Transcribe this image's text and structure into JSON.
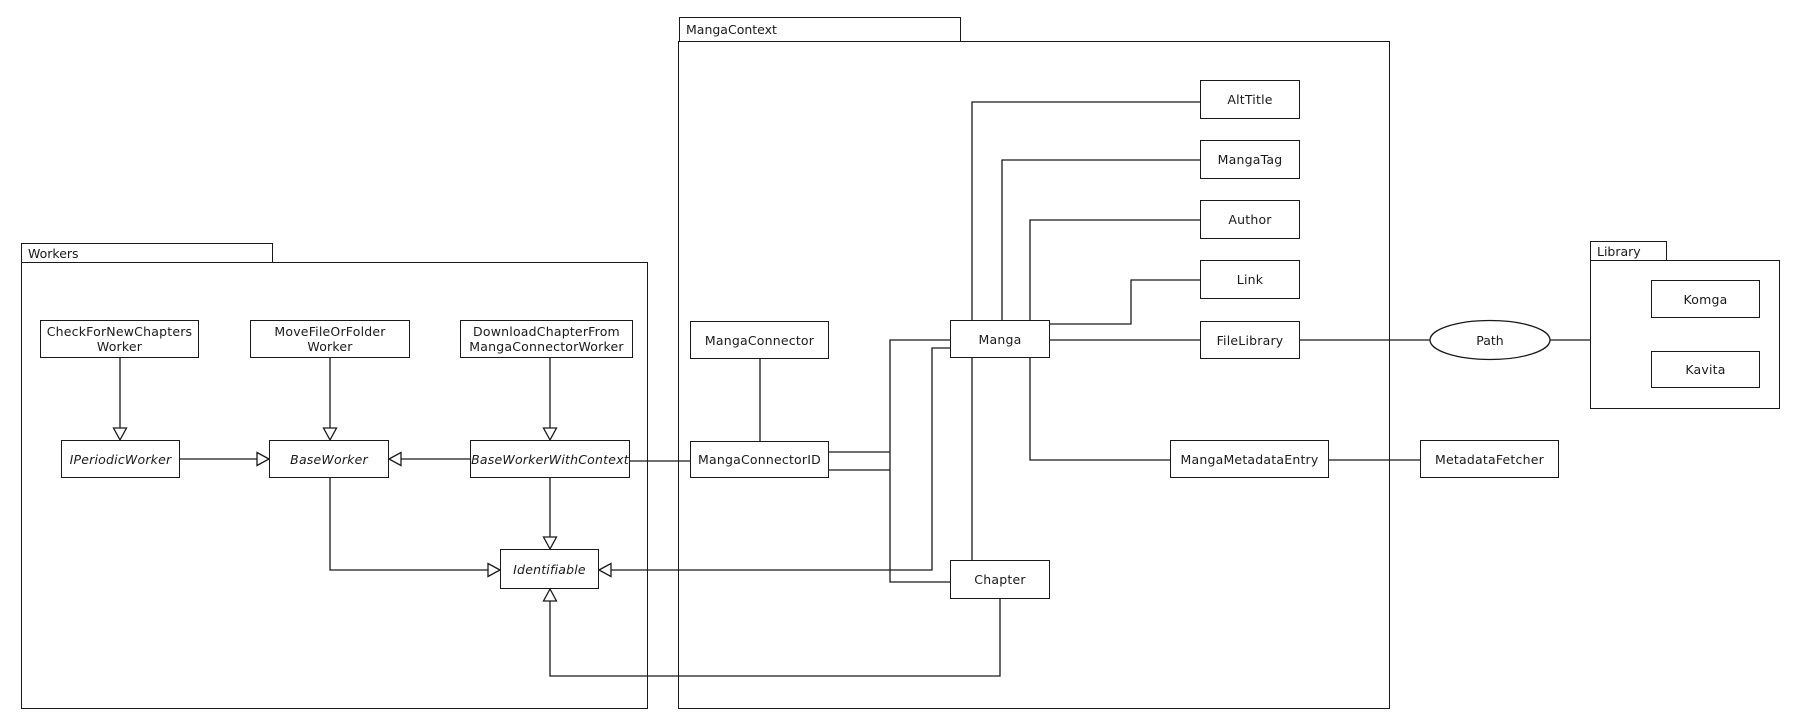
{
  "packages": {
    "workers": {
      "label": "Workers"
    },
    "manga_context": {
      "label": "MangaContext"
    },
    "library": {
      "label": "Library"
    }
  },
  "nodes": {
    "check_for_new_chapters_worker": {
      "line1": "CheckForNewChapters",
      "line2": "Worker"
    },
    "move_file_or_folder_worker": {
      "line1": "MoveFileOrFolder",
      "line2": "Worker"
    },
    "download_chapter_worker": {
      "line1": "DownloadChapterFrom",
      "line2": "MangaConnectorWorker"
    },
    "i_periodic_worker": {
      "label": "IPeriodicWorker"
    },
    "base_worker": {
      "label": "BaseWorker"
    },
    "base_worker_with_context": {
      "label": "BaseWorkerWithContext"
    },
    "identifiable": {
      "label": "Identifiable"
    },
    "manga_connector": {
      "label": "MangaConnector"
    },
    "manga_connector_id": {
      "label": "MangaConnectorID"
    },
    "manga": {
      "label": "Manga"
    },
    "chapter": {
      "label": "Chapter"
    },
    "alt_title": {
      "label": "AltTitle"
    },
    "manga_tag": {
      "label": "MangaTag"
    },
    "author": {
      "label": "Author"
    },
    "link": {
      "label": "Link"
    },
    "file_library": {
      "label": "FileLibrary"
    },
    "manga_metadata_entry": {
      "label": "MangaMetadataEntry"
    },
    "metadata_fetcher": {
      "label": "MetadataFetcher"
    },
    "komga": {
      "label": "Komga"
    },
    "kavita": {
      "label": "Kavita"
    },
    "path": {
      "label": "Path"
    }
  },
  "edges": [
    {
      "from": "CheckForNewChaptersWorker",
      "to": "IPeriodicWorker",
      "type": "generalization"
    },
    {
      "from": "MoveFileOrFolderWorker",
      "to": "BaseWorker",
      "type": "generalization"
    },
    {
      "from": "DownloadChapterFromMangaConnectorWorker",
      "to": "BaseWorkerWithContext",
      "type": "generalization"
    },
    {
      "from": "IPeriodicWorker",
      "to": "BaseWorker",
      "type": "generalization"
    },
    {
      "from": "BaseWorkerWithContext",
      "to": "BaseWorker",
      "type": "generalization"
    },
    {
      "from": "BaseWorkerWithContext",
      "to": "Identifiable",
      "type": "generalization"
    },
    {
      "from": "BaseWorker",
      "to": "Identifiable",
      "type": "generalization"
    },
    {
      "from": "Manga",
      "to": "Identifiable",
      "type": "generalization"
    },
    {
      "from": "Chapter",
      "to": "Identifiable",
      "type": "generalization"
    },
    {
      "from": "MangaConnector",
      "to": "MangaConnectorID",
      "type": "association"
    },
    {
      "from": "MangaConnectorID",
      "to": "BaseWorkerWithContext",
      "type": "association"
    },
    {
      "from": "MangaConnectorID",
      "to": "Manga",
      "type": "association"
    },
    {
      "from": "MangaConnectorID",
      "to": "Chapter",
      "type": "association"
    },
    {
      "from": "Manga",
      "to": "AltTitle",
      "type": "association"
    },
    {
      "from": "Manga",
      "to": "MangaTag",
      "type": "association"
    },
    {
      "from": "Manga",
      "to": "Author",
      "type": "association"
    },
    {
      "from": "Manga",
      "to": "Link",
      "type": "association"
    },
    {
      "from": "Manga",
      "to": "FileLibrary",
      "type": "association"
    },
    {
      "from": "Manga",
      "to": "Chapter",
      "type": "association"
    },
    {
      "from": "Manga",
      "to": "MangaMetadataEntry",
      "type": "association"
    },
    {
      "from": "FileLibrary",
      "to": "Path",
      "type": "association"
    },
    {
      "from": "Path",
      "to": "Library",
      "type": "association"
    },
    {
      "from": "MangaMetadataEntry",
      "to": "MetadataFetcher",
      "type": "association"
    }
  ],
  "colors": {
    "line": "#1a1a1a",
    "box_fill": "#ffffff",
    "text": "#1a1a1a",
    "background": "#ffffff"
  }
}
